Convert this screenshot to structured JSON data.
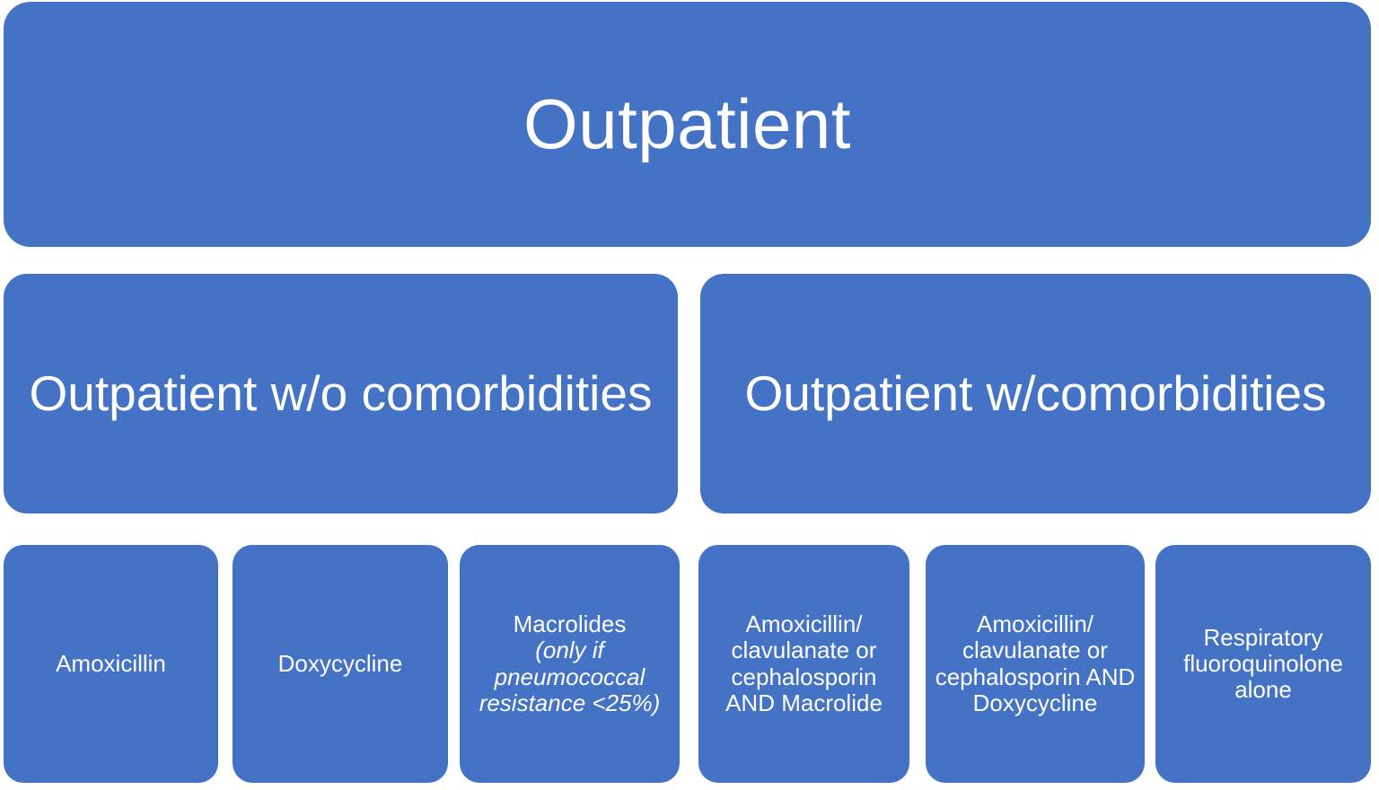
{
  "theme": {
    "box_fill": "#4472C4",
    "text_color": "#FFFFFF",
    "page_background": "#FFFFFF"
  },
  "diagram": {
    "title": "Outpatient",
    "root": {
      "label": "Outpatient"
    },
    "branches": [
      {
        "label": "Outpatient w/o comorbidities"
      },
      {
        "label": "Outpatient w/comorbidities"
      }
    ],
    "treatments": [
      {
        "label": "Amoxicillin",
        "note": ""
      },
      {
        "label": "Doxycycline",
        "note": ""
      },
      {
        "label": "Macrolides",
        "note": "(only if pneumococcal resistance <25%)"
      },
      {
        "label": "Amoxicillin/ clavulanate or cephalosporin AND Macrolide",
        "note": ""
      },
      {
        "label": "Amoxicillin/ clavulanate or cephalosporin AND Doxycycline",
        "note": ""
      },
      {
        "label": "Respiratory fluoroquinolone alone",
        "note": ""
      }
    ]
  }
}
